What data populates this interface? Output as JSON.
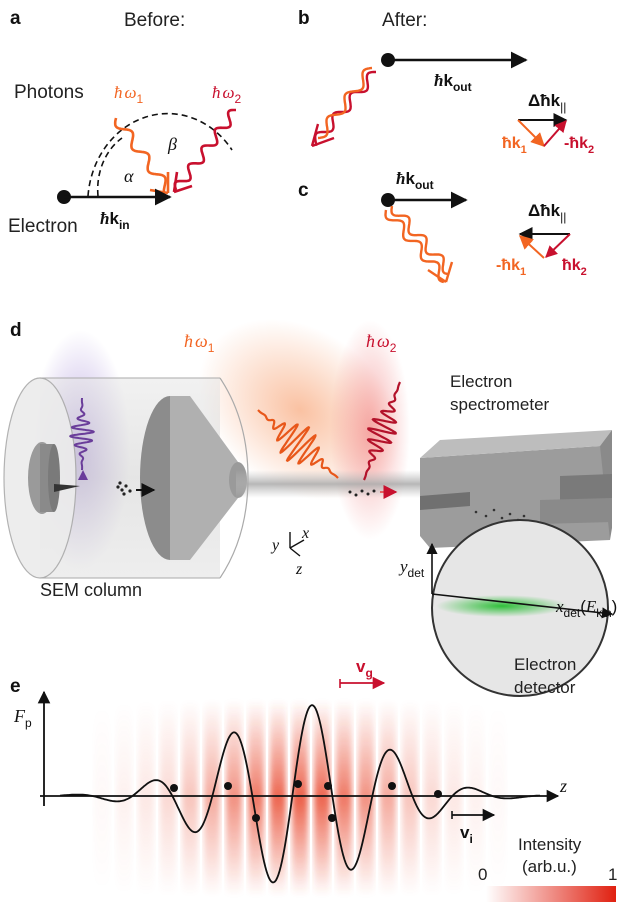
{
  "panel_a": {
    "letter": "a",
    "title": "Before:",
    "photons_label": "Photons",
    "electron_label": "Electron",
    "photon1": {
      "hbar": "ħ",
      "omega": "ω",
      "sub": "1"
    },
    "photon2": {
      "hbar": "ħ",
      "omega": "ω",
      "sub": "2"
    },
    "k_in": {
      "hbar": "ħ",
      "k": "k",
      "sub": "in"
    },
    "alpha": "α",
    "beta": "β"
  },
  "panel_b": {
    "letter": "b",
    "title": "After:",
    "k_out": {
      "hbar": "ħ",
      "k": "k",
      "sub": "out"
    },
    "delta": {
      "prefix": "Δħ",
      "k": "k",
      "sub": "||"
    },
    "k1": {
      "text": "ħk",
      "sub": "1"
    },
    "k2": {
      "text": "-ħk",
      "sub": "2"
    }
  },
  "panel_c": {
    "letter": "c",
    "k_out": {
      "hbar": "ħ",
      "k": "k",
      "sub": "out"
    },
    "delta": {
      "prefix": "Δħ",
      "k": "k",
      "sub": "||"
    },
    "k1": {
      "text": "-ħk",
      "sub": "1"
    },
    "k2": {
      "text": "ħk",
      "sub": "2"
    }
  },
  "panel_d": {
    "letter": "d",
    "omega1": {
      "hbar": "ħ",
      "omega": "ω",
      "sub": "1"
    },
    "omega2": {
      "hbar": "ħ",
      "omega": "ω",
      "sub": "2"
    },
    "spectrometer_line1": "Electron",
    "spectrometer_line2": "spectrometer",
    "sem_column": "SEM column",
    "axis_y": "y",
    "axis_x": "x",
    "axis_z": "z",
    "ydet": {
      "v": "y",
      "sub": "det"
    },
    "xdet": {
      "v": "x",
      "sub": "det",
      "paren_open": "(",
      "E": "E",
      "Esub": "kin",
      "paren_close": ")"
    },
    "detector_line1": "Electron",
    "detector_line2": "detector"
  },
  "panel_e": {
    "letter": "e",
    "ylabel": {
      "v": "F",
      "sub": "p"
    },
    "xlabel": "z",
    "vg": {
      "v": "v",
      "sub": "g"
    },
    "vi": {
      "v": "v",
      "sub": "i"
    },
    "intensity_label": "Intensity",
    "intensity_unit": "(arb.u.)",
    "scale_min": "0",
    "scale_max": "1"
  },
  "colors": {
    "orange": "#f26522",
    "red": "#c8102e",
    "purple": "#6a3d9a",
    "green": "#3cb043",
    "black": "#111111"
  }
}
